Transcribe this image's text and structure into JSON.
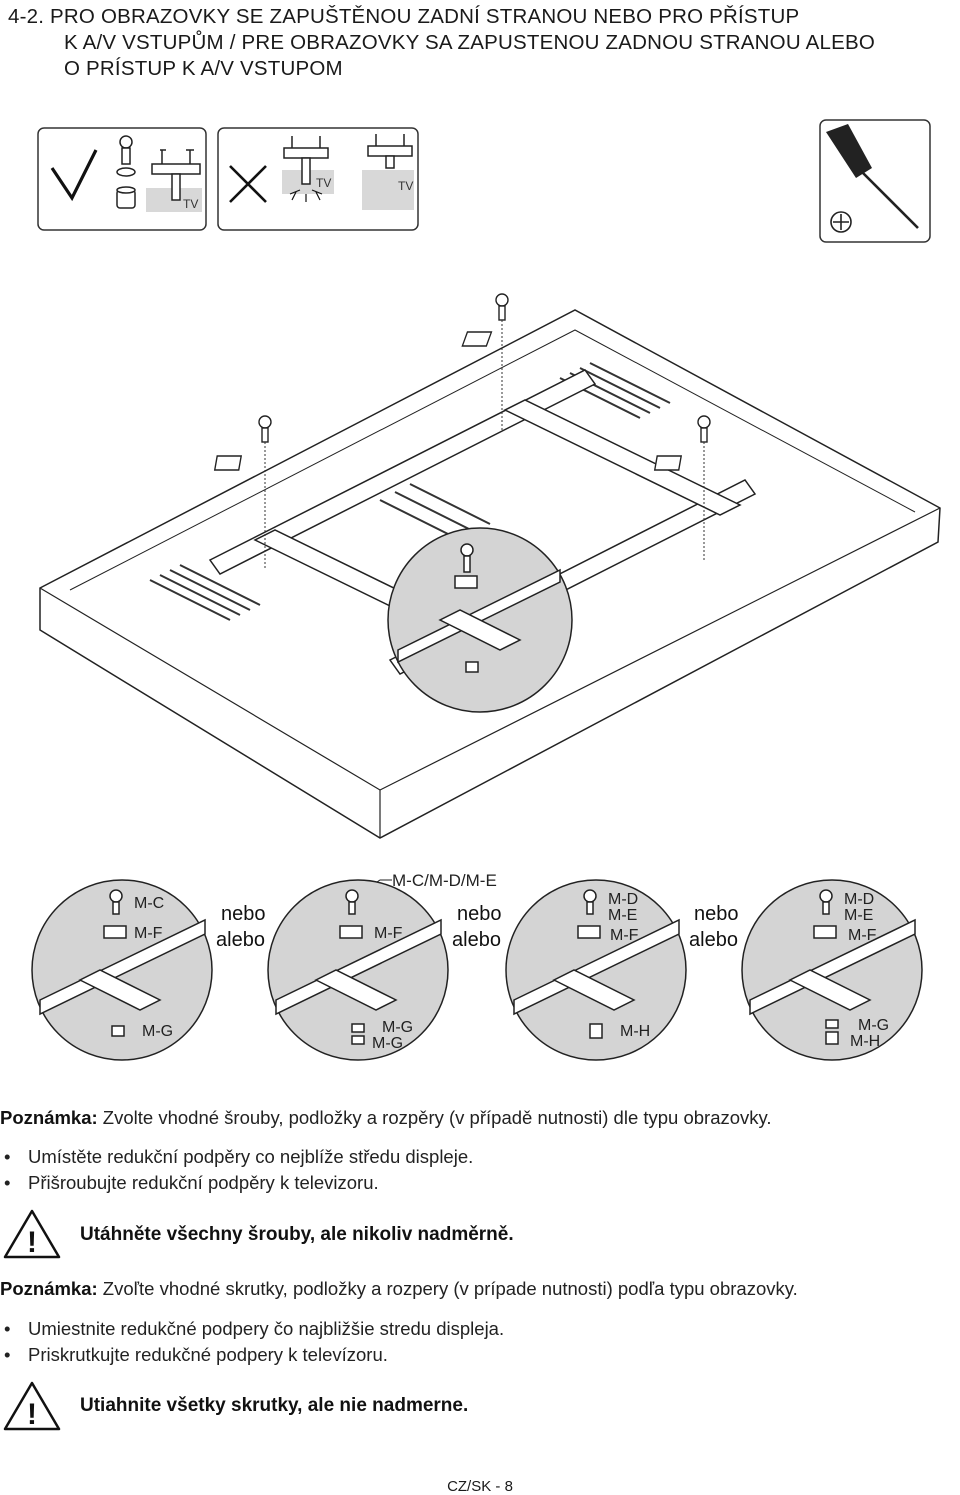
{
  "heading": {
    "line1": "4-2. PRO OBRAZOVKY SE ZAPUŠTĚNOU ZADNÍ STRANOU NEBO PRO PŘÍSTUP",
    "line2": "K A/V VSTUPŮM / PRE OBRAZOVKY SA ZAPUSTENOU ZADNOU STRANOU ALEBO",
    "line3": "O PRÍSTUP K A/V VSTUPOM"
  },
  "tool_box": {
    "tv_label_1": "TV",
    "tv_label_2": "TV",
    "tv_label_3": "TV",
    "icons": [
      "checkmark-icon",
      "cross-icon",
      "screwdriver-icon",
      "phillips-icon"
    ]
  },
  "variants": {
    "top_label": "M-C/M-D/M-E",
    "circle1": {
      "a": "M-C",
      "b": "M-F",
      "bottom": "M-G"
    },
    "circle2": {
      "b": "M-F",
      "bottom1": "M-G",
      "bottom2": "M-G"
    },
    "circle3": {
      "a1": "M-D",
      "a2": "M-E",
      "b": "M-F",
      "bottom": "M-H"
    },
    "circle4": {
      "a1": "M-D",
      "a2": "M-E",
      "b": "M-F",
      "bottom1": "M-G",
      "bottom2": "M-H"
    },
    "or_1": "nebo",
    "alt_1": "alebo",
    "or_2": "nebo",
    "alt_2": "alebo",
    "or_3": "nebo",
    "alt_3": "alebo"
  },
  "cz": {
    "note_label": "Poznámka:",
    "note_text": " Zvolte vhodné šrouby, podložky a rozpěry (v případě nutnosti) dle typu obrazovky.",
    "bullet1": "Umístěte redukční podpěry co nejblíže středu displeje.",
    "bullet2": "Přišroubujte redukční podpěry k televizoru.",
    "warning": "Utáhněte všechny šrouby, ale nikoliv nadměrně."
  },
  "sk": {
    "note_label": "Poznámka:",
    "note_text": " Zvoľte vhodné skrutky, podložky a rozpery (v prípade nutnosti) podľa typu obrazovky.",
    "bullet1": "Umiestnite redukčné podpery čo najbližšie stredu displeja.",
    "bullet2": "Priskrutkujte redukčné podpery k televízoru.",
    "warning": "Utiahnite všetky skrutky, ale nie nadmerne."
  },
  "bullet_char": "•",
  "warning_glyph": "!",
  "footer": "CZ/SK - 8"
}
